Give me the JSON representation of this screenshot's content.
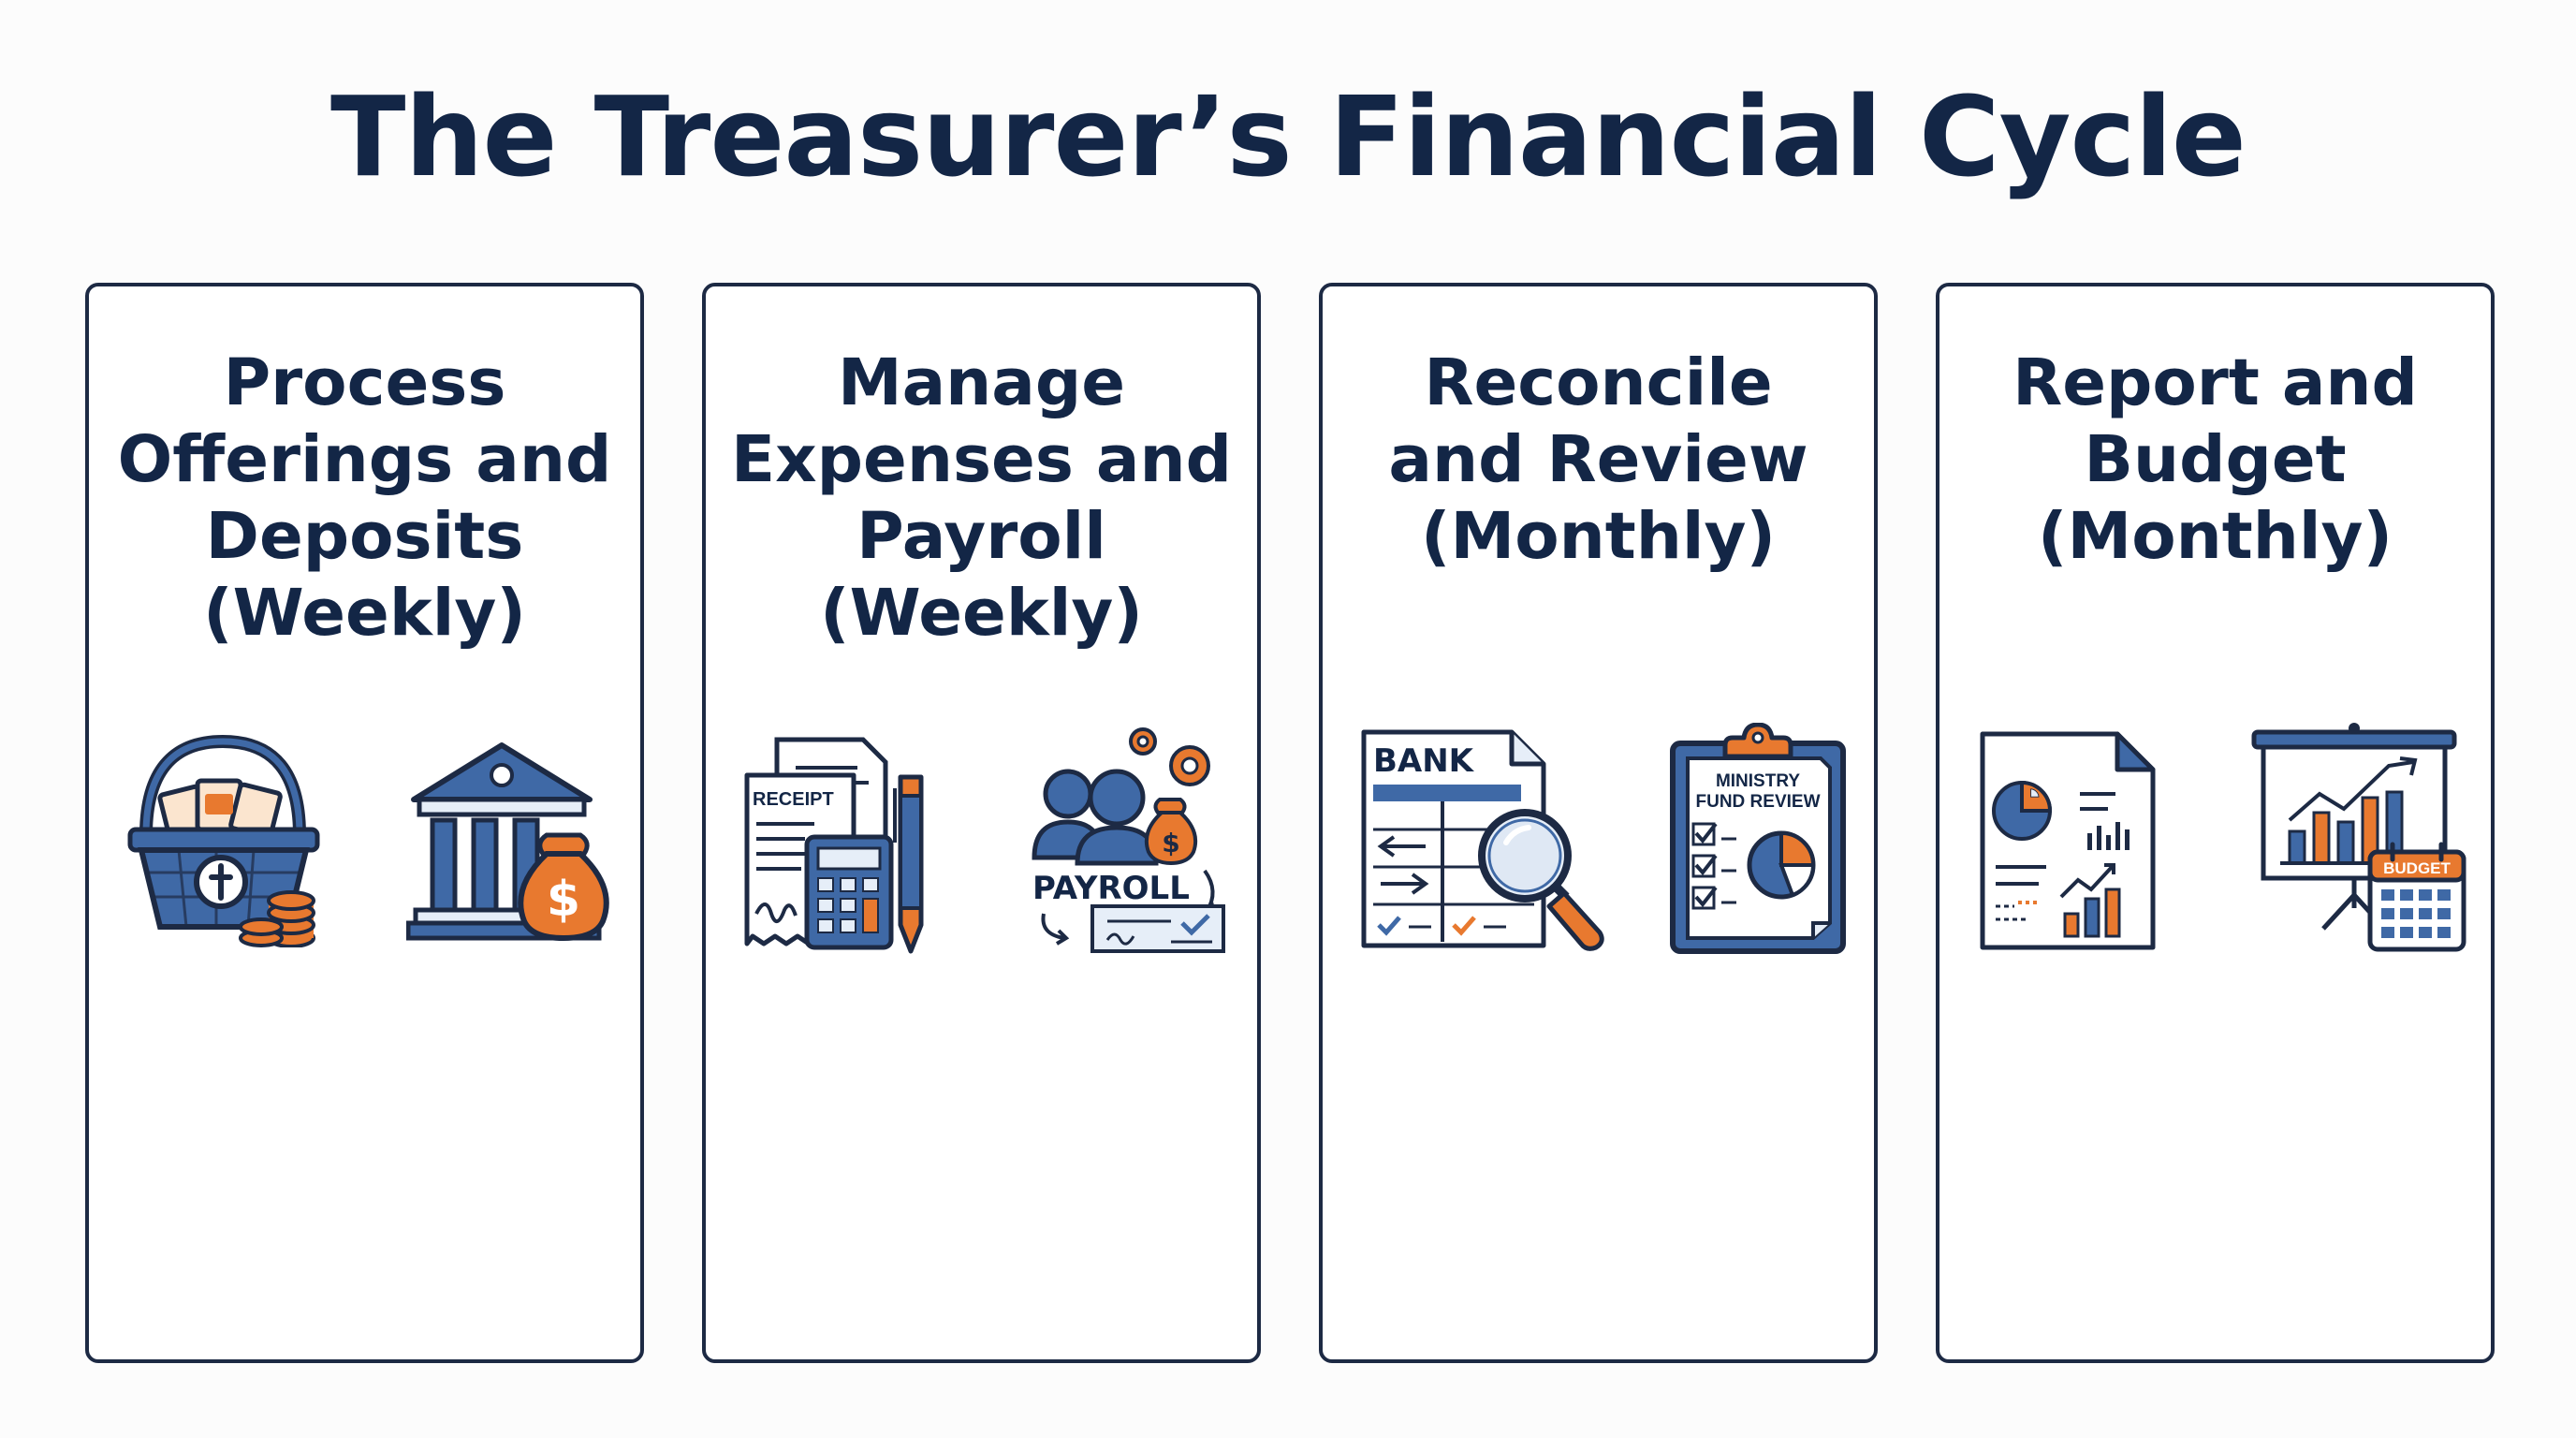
{
  "title": "The Treasurer’s Financial Cycle",
  "cards": [
    {
      "title_lines": [
        "Process",
        "Offerings and",
        "Deposits",
        "(Weekly)"
      ],
      "icons": [
        "offering-basket-icon",
        "bank-with-money-bag-icon"
      ]
    },
    {
      "title_lines": [
        "Manage",
        "Expenses and",
        "Payroll",
        "(Weekly)"
      ],
      "icons": [
        "receipt-calculator-pen-icon",
        "payroll-people-check-icon"
      ],
      "icon_text": {
        "receipt": "RECEIPT",
        "payroll": "PAYROLL"
      }
    },
    {
      "title_lines": [
        "Reconcile",
        "and Review",
        "(Monthly)"
      ],
      "icons": [
        "bank-statement-magnifier-icon",
        "ministry-fund-review-clipboard-icon"
      ],
      "icon_text": {
        "bank": "BANK",
        "ministry": "MINISTRY",
        "fund_review": "FUND REVIEW"
      }
    },
    {
      "title_lines": [
        "Report and",
        "Budget",
        "(Monthly)"
      ],
      "icons": [
        "financial-report-document-icon",
        "budget-presentation-board-icon"
      ],
      "icon_text": {
        "budget": "BUDGET"
      }
    }
  ],
  "colors": {
    "navy": "#132646",
    "blue": "#3f69a6",
    "orange": "#e8792f",
    "light_blue": "#e6eef8",
    "outline": "#1d2a44"
  }
}
